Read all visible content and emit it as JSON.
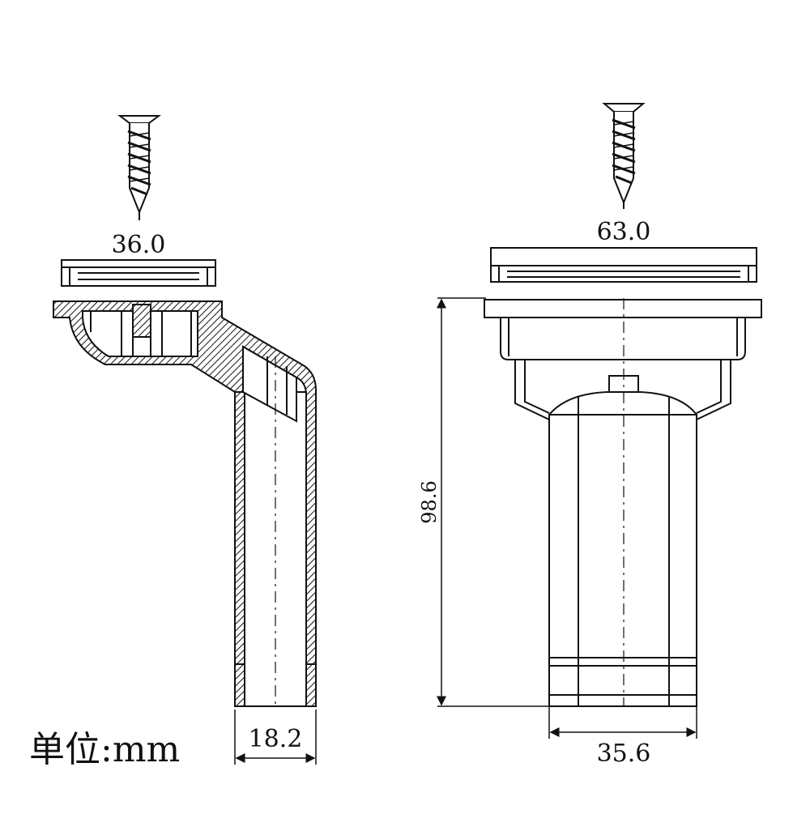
{
  "drawing": {
    "unit_label": "单位:mm",
    "side_view": {
      "cap_width": "36.0",
      "pipe_width": "18.2"
    },
    "front_view": {
      "cap_width": "63.0",
      "height": "98.6",
      "bottom_width": "35.6"
    }
  },
  "colors": {
    "line": "#111111",
    "background": "#ffffff"
  }
}
